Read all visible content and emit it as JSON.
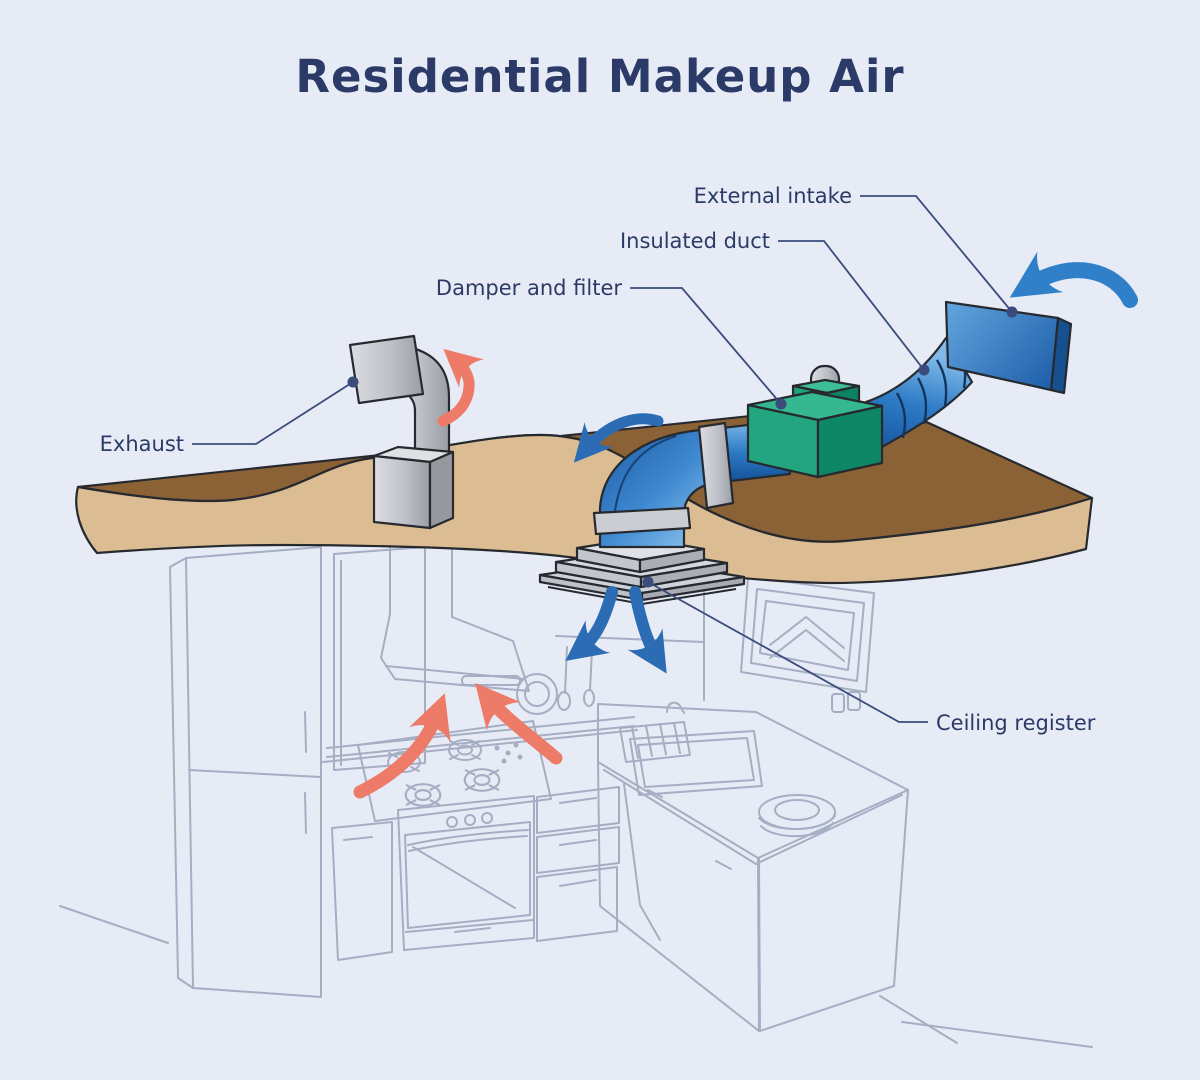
{
  "title": "Residential Makeup Air",
  "diagram": {
    "type": "illustration",
    "subject": "kitchen makeup-air ventilation system cutaway",
    "labels": {
      "external_intake": "External intake",
      "insulated_duct": "Insulated duct",
      "damper_filter": "Damper and filter",
      "exhaust": "Exhaust",
      "ceiling_register": "Ceiling register"
    }
  },
  "colors": {
    "background": "#E7EBF6",
    "title_text": "#2B3A66",
    "label_text": "#2B3A66",
    "leader_line": "#3A4C7B",
    "ceiling_top_brown": "#8A6236",
    "ceiling_front_tan": "#DCBD93",
    "duct_blue": "#2F7FC9",
    "duct_blue_dark": "#1857A3",
    "duct_blue_light": "#8CC3EE",
    "damper_green": "#23A67F",
    "damper_green_dark": "#0E8465",
    "damper_green_light": "#3CBE96",
    "exhaust_gray": "#C3C5CB",
    "supply_arrow_blue": "#2C6CB4",
    "exhaust_arrow_red": "#ED7B68",
    "sketch_line": "#A5AEC3"
  }
}
